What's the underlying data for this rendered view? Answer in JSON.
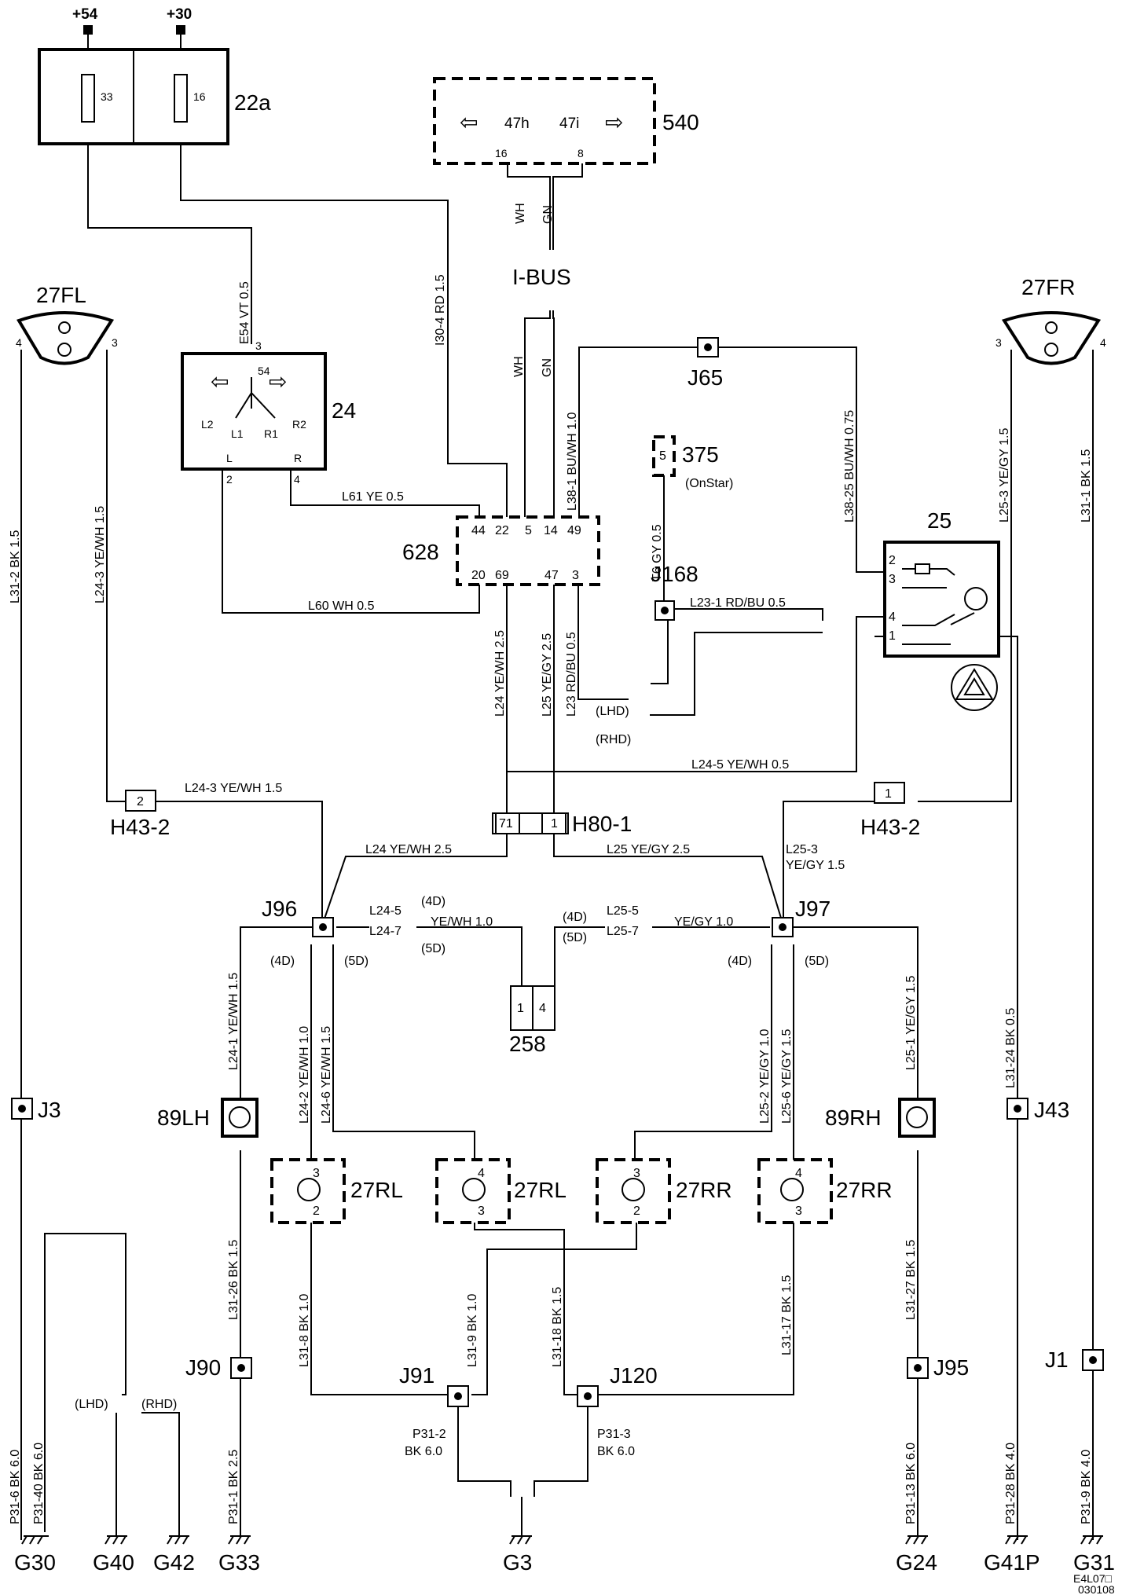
{
  "supplies": {
    "plus54": "+54",
    "plus30": "+30",
    "fuse_33": "33",
    "fuse_16": "16",
    "fuse_box": "22a"
  },
  "module540": {
    "id": "540",
    "pin_left": "47h",
    "pin_right": "47i",
    "pin_16": "16",
    "pin_8": "8",
    "wire_wh": "WH",
    "wire_gn": "GN"
  },
  "ibus": "I-BUS",
  "lamps_front": {
    "fl": "27FL",
    "fr": "27FR",
    "fl_pin4": "4",
    "fl_pin3": "3",
    "fr_pin3": "3",
    "fr_pin4": "4"
  },
  "relay24": {
    "id": "24",
    "p54": "54",
    "p3": "3",
    "L2": "L2",
    "L1": "L1",
    "R1": "R1",
    "R2": "R2",
    "L": "L",
    "R": "R",
    "p2": "2",
    "p4": "4"
  },
  "wires": {
    "e54": "E54  VT  0.5",
    "i30": "I30-4  RD  1.5",
    "wh": "WH",
    "gn": "GN",
    "l38_1": "L38-1  BU/WH  1.0",
    "l38_25": "L38-25  BU/WH  0.75",
    "l61": "L61  YE  0.5",
    "l60": "L60  WH  0.5",
    "l31_2": "L31-2  BK  1.5",
    "l24_3v": "L24-3  YE/WH  1.5",
    "l25_3v": "L25-3  YE/GY  1.5",
    "l31_1": "L31-1  BK  1.5",
    "t6": "T6  GY  0.5",
    "l23_1": "L23-1  RD/BU  0.5",
    "l24v": "L24  YE/WH  2.5",
    "l25v": "L25  YE/GY  2.5",
    "l23v": "L23  RD/BU  0.5",
    "l24_5": "L24-5  YE/WH  0.5",
    "l24_3h": "L24-3  YE/WH  1.5",
    "l24h": "L24  YE/WH  2.5",
    "l25h": "L25  YE/GY  2.5",
    "l25_3a": "L25-3",
    "l25_3b": "YE/GY  1.5",
    "l24_5b": "L24-5",
    "l24_7": "L24-7",
    "yewh10": "YE/WH  1.0",
    "l25_5": "L25-5",
    "l25_7": "L25-7",
    "yegy10": "YE/GY  1.0",
    "l24_1": "L24-1  YE/WH  1.5",
    "l24_2": "L24-2  YE/WH  1.0",
    "l24_6": "L24-6  YE/WH  1.5",
    "l25_2": "L25-2  YE/GY  1.0",
    "l25_6": "L25-6  YE/GY  1.5",
    "l25_1": "L25-1  YE/GY  1.5",
    "l31_24": "L31-24  BK  0.5",
    "l31_26": "L31-26  BK  1.5",
    "l31_8": "L31-8  BK  1.0",
    "l31_9": "L31-9  BK  1.0",
    "l31_18": "L31-18  BK  1.5",
    "l31_17": "L31-17  BK  1.5",
    "l31_27": "L31-27  BK  1.5",
    "p31_6": "P31-6  BK  6.0",
    "p31_40": "P31-40  BK  6.0",
    "p31_1": "P31-1  BK  2.5",
    "p31_2a": "P31-2",
    "p31_2b": "BK 6.0",
    "p31_3a": "P31-3",
    "p31_3b": "BK 6.0",
    "p31_13": "P31-13  BK  6.0",
    "p31_28": "P31-28  BK  4.0",
    "p31_9": "P31-9  BK  4.0"
  },
  "module628": {
    "id": "628",
    "pins_top": [
      "44",
      "22",
      "5",
      "14",
      "49"
    ],
    "pins_bottom": [
      "20",
      "69",
      "47",
      "3"
    ]
  },
  "module375": {
    "id": "375",
    "pin": "5",
    "note": "(OnStar)"
  },
  "switch25": {
    "id": "25",
    "pins": [
      "2",
      "3",
      "4",
      "1"
    ]
  },
  "splices": {
    "j65": "J65",
    "j168": "J168",
    "j96": "J96",
    "j97": "J97",
    "j3": "J3",
    "j43": "J43",
    "j90": "J90",
    "j91": "J91",
    "j120": "J120",
    "j95": "J95",
    "j1": "J1"
  },
  "connectors": {
    "h43_2": "H43-2",
    "h43_2_pin_l": "2",
    "h43_2_pin_r": "1",
    "h80_1": "H80-1",
    "h80_pin_71": "71",
    "h80_pin_1": "1",
    "c258": "258",
    "c258_pin1": "1",
    "c258_pin4": "4"
  },
  "variants": {
    "lhd": "(LHD)",
    "rhd": "(RHD)",
    "d4": "(4D)",
    "d5": "(5D)"
  },
  "lamps": {
    "side_lh": "89LH",
    "side_rh": "89RH",
    "rl": "27RL",
    "rr": "27RR",
    "rl1_top": "3",
    "rl1_bot": "2",
    "rl2_top": "4",
    "rl2_bot": "3",
    "rr1_top": "3",
    "rr1_bot": "2",
    "rr2_top": "4",
    "rr2_bot": "3"
  },
  "grounds": {
    "g30": "G30",
    "g40": "G40",
    "g42": "G42",
    "g33": "G33",
    "g3": "G3",
    "g24": "G24",
    "g41p": "G41P",
    "g31": "G31"
  },
  "footer": {
    "code": "E4L07□",
    "date": "030108"
  }
}
